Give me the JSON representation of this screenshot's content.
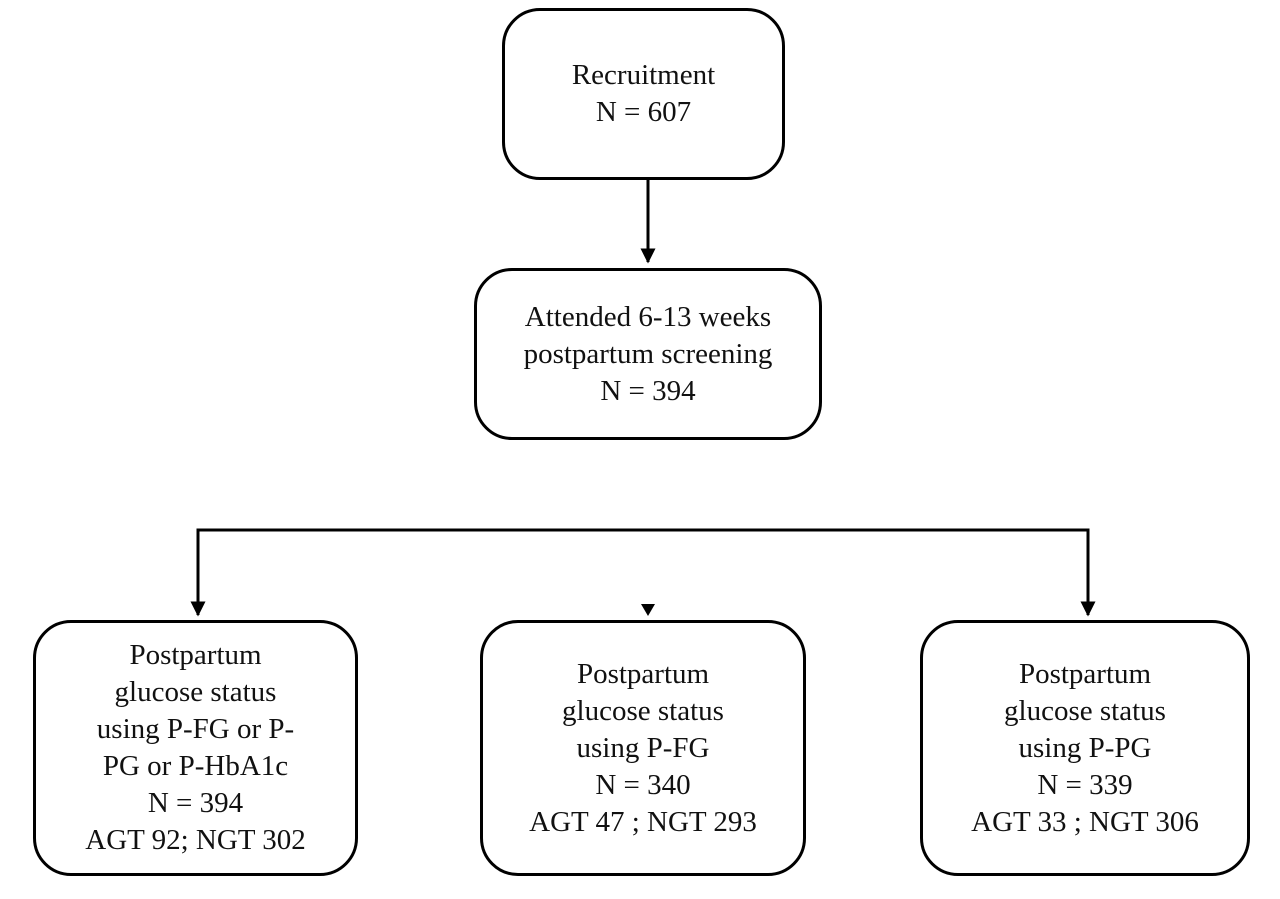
{
  "diagram": {
    "recruitment": {
      "lines": [
        "Recruitment",
        "N = 607"
      ]
    },
    "attended": {
      "lines": [
        "Attended 6-13 weeks",
        "postpartum screening",
        "N = 394"
      ]
    },
    "left_branch": {
      "lines": [
        "Postpartum",
        "glucose status",
        "using P-FG or P-",
        "PG or P-HbA1c",
        "N = 394",
        "AGT 92; NGT 302"
      ]
    },
    "middle_branch": {
      "lines": [
        "Postpartum",
        "glucose status",
        "using P-FG",
        "N = 340",
        "AGT 47 ; NGT 293"
      ]
    },
    "right_branch": {
      "lines": [
        "Postpartum",
        "glucose status",
        "using P-PG",
        "N = 339",
        "AGT 33 ; NGT 306"
      ]
    }
  }
}
